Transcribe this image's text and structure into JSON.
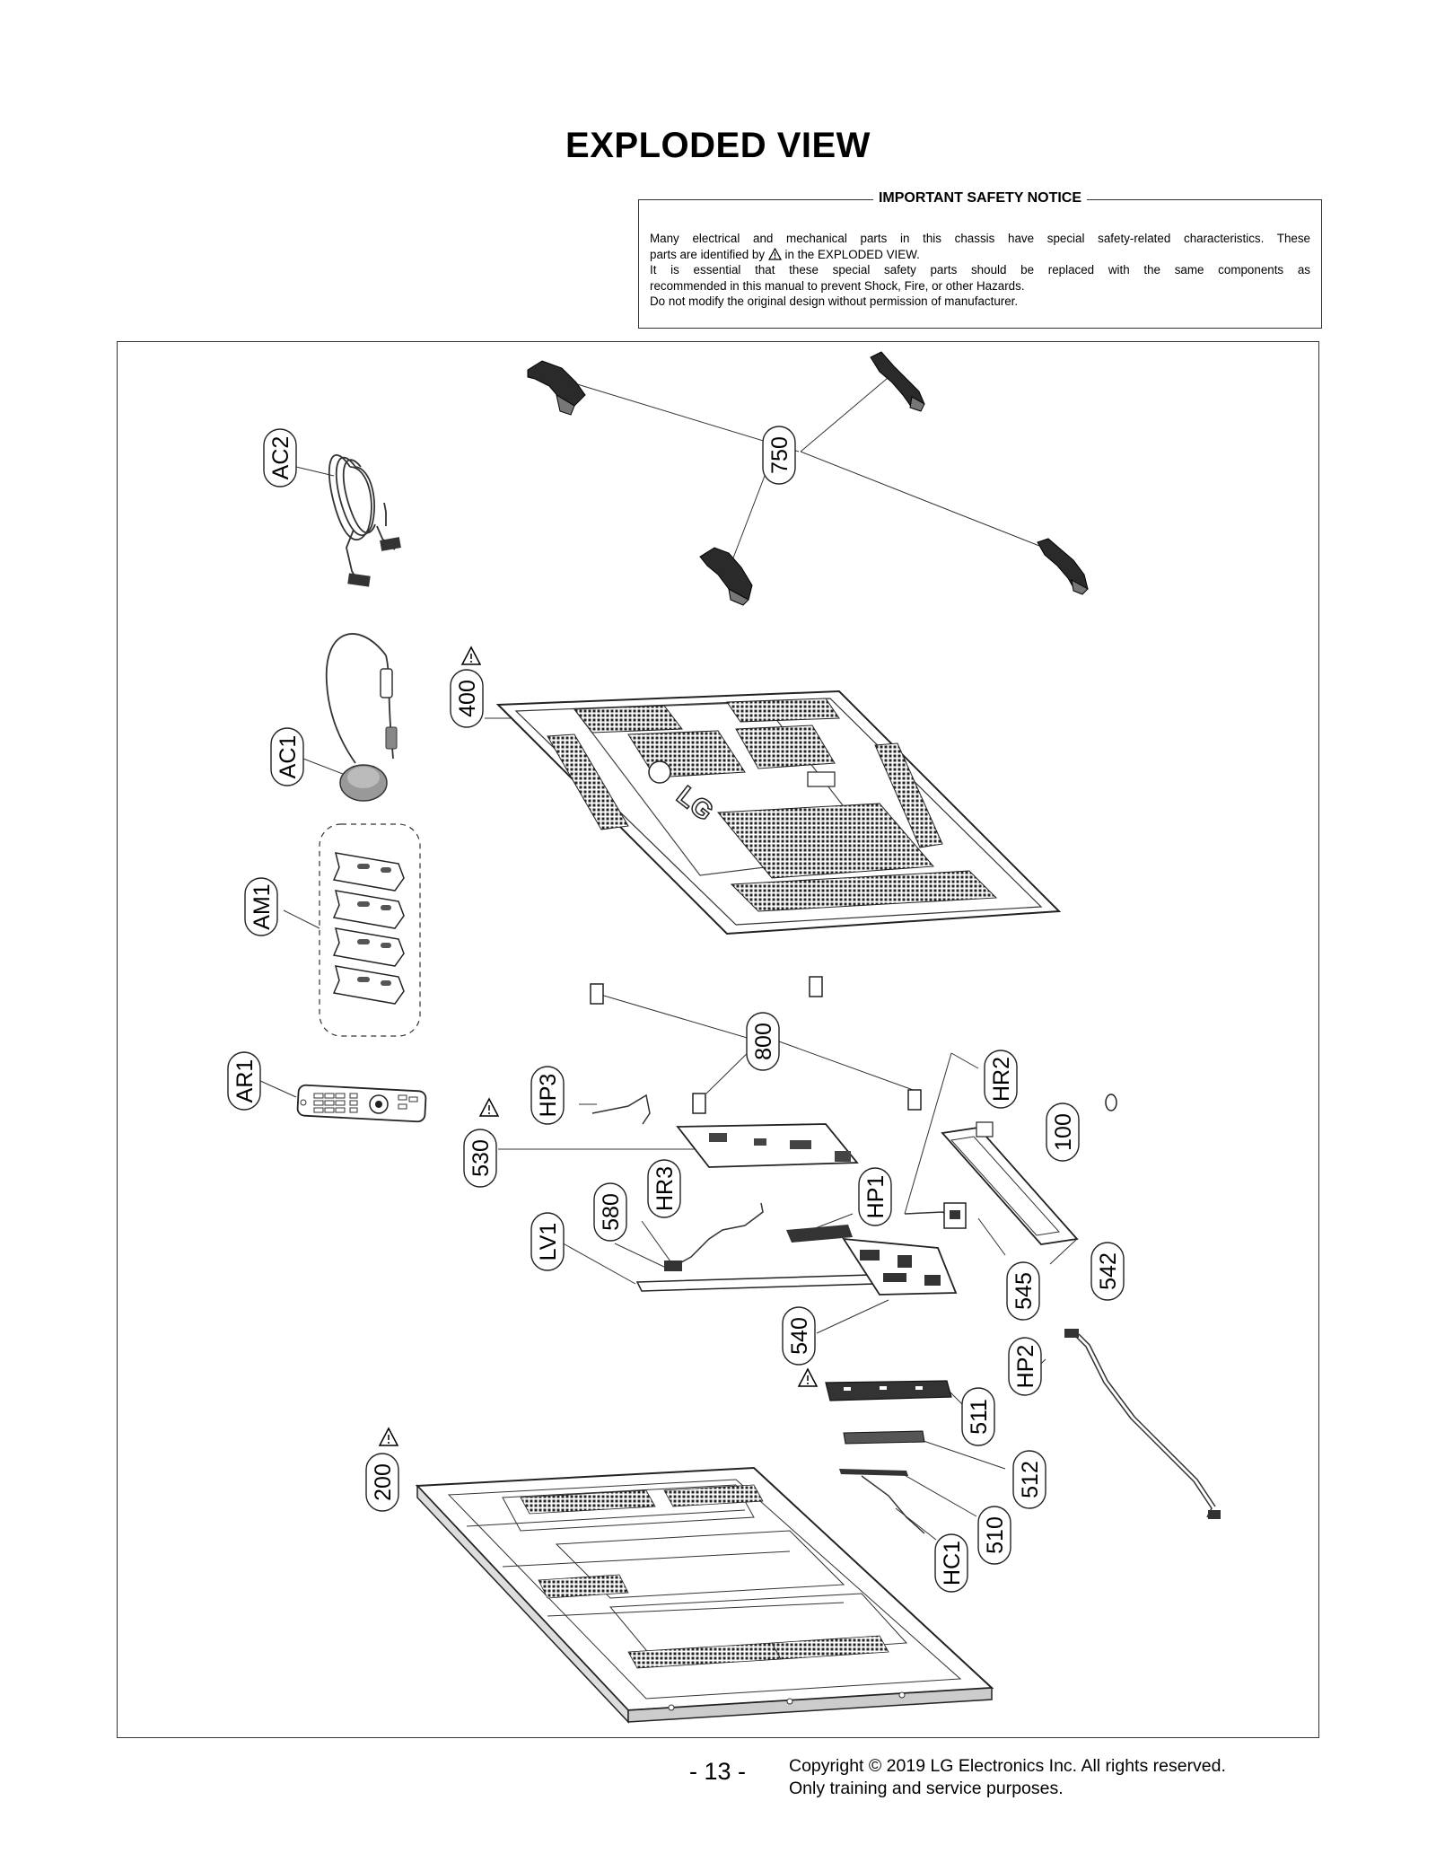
{
  "title": "EXPLODED VIEW",
  "notice": {
    "heading": "IMPORTANT SAFETY NOTICE",
    "line1": "Many electrical and mechanical parts in this chassis have special safety-related characteristics. These",
    "line2a": "parts are identified by",
    "line2b": "in the EXPLODED VIEW.",
    "line3": "It is essential that these special safety parts should be replaced with the same components as",
    "line4": "recommended in this manual to prevent Shock, Fire, or other Hazards.",
    "line5": "Do not modify the original design without permission of manufacturer."
  },
  "callouts": {
    "AC2": "AC2",
    "AC1": "AC1",
    "AM1": "AM1",
    "AR1": "AR1",
    "p750": "750",
    "p400": "400",
    "p800": "800",
    "HR2": "HR2",
    "HP3": "HP3",
    "p530": "530",
    "p100": "100",
    "p580": "580",
    "HR3": "HR3",
    "HP1": "HP1",
    "LV1": "LV1",
    "p542": "542",
    "p545": "545",
    "p540": "540",
    "HP2": "HP2",
    "p511": "511",
    "p512": "512",
    "p510": "510",
    "HC1": "HC1",
    "p200": "200"
  },
  "footer": {
    "page": "- 13 -",
    "copyright_line1": "Copyright © 2019 LG Electronics Inc. All rights reserved.",
    "copyright_line2": "Only training and service purposes."
  }
}
